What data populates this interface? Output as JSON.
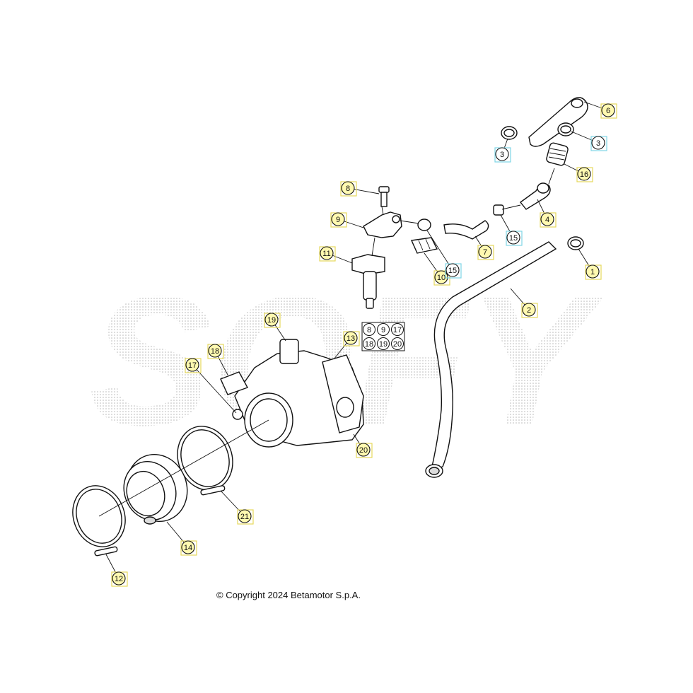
{
  "copyright": "© Copyright 2024 Betamotor S.p.A.",
  "watermark_text": "SOFY",
  "callouts": [
    {
      "id": "c1",
      "label": "1",
      "style": "yellow"
    },
    {
      "id": "c2",
      "label": "2",
      "style": "yellow"
    },
    {
      "id": "c3a",
      "label": "3",
      "style": "cyan"
    },
    {
      "id": "c3b",
      "label": "3",
      "style": "cyan"
    },
    {
      "id": "c4",
      "label": "4",
      "style": "yellow"
    },
    {
      "id": "c6",
      "label": "6",
      "style": "yellow"
    },
    {
      "id": "c7",
      "label": "7",
      "style": "yellow"
    },
    {
      "id": "c8",
      "label": "8",
      "style": "yellow"
    },
    {
      "id": "c9",
      "label": "9",
      "style": "yellow"
    },
    {
      "id": "c10",
      "label": "10",
      "style": "yellow"
    },
    {
      "id": "c11",
      "label": "11",
      "style": "yellow"
    },
    {
      "id": "c12",
      "label": "12",
      "style": "yellow"
    },
    {
      "id": "c13",
      "label": "13",
      "style": "yellow"
    },
    {
      "id": "c14",
      "label": "14",
      "style": "yellow"
    },
    {
      "id": "c15a",
      "label": "15",
      "style": "cyan"
    },
    {
      "id": "c15b",
      "label": "15",
      "style": "cyan"
    },
    {
      "id": "c16",
      "label": "16",
      "style": "yellow"
    },
    {
      "id": "c17",
      "label": "17",
      "style": "yellow"
    },
    {
      "id": "c18",
      "label": "18",
      "style": "yellow"
    },
    {
      "id": "c19",
      "label": "19",
      "style": "yellow"
    },
    {
      "id": "c20",
      "label": "20",
      "style": "yellow"
    },
    {
      "id": "c21",
      "label": "21",
      "style": "yellow"
    }
  ],
  "kit_labels": [
    "8",
    "9",
    "17",
    "18",
    "19",
    "20"
  ]
}
